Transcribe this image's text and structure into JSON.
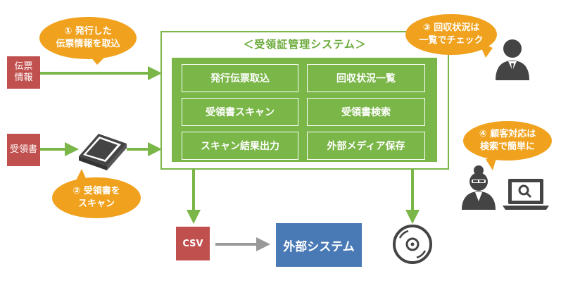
{
  "colors": {
    "green": "#7ab648",
    "doc_red": "#c0504d",
    "bubble_orange": "#f0a21e",
    "external_blue": "#4a7ab5",
    "gray_arrow": "#999999",
    "person_dark": "#444444"
  },
  "inputs": {
    "slip": {
      "line1": "伝票",
      "line2": "情報"
    },
    "receipt": {
      "label": "受領書"
    }
  },
  "system": {
    "title": "＜受領証管理システム＞",
    "functions": [
      "発行伝票取込",
      "回収状況一覧",
      "受領書スキャン",
      "受領書検索",
      "スキャン結果出力",
      "外部メディア保存"
    ]
  },
  "bubbles": {
    "b1": {
      "line1": "① 発行した",
      "line2": "伝票情報を取込"
    },
    "b2": {
      "line1": "② 受領書を",
      "line2": "スキャン"
    },
    "b3": {
      "line1": "③ 回収状況は",
      "line2": "一覧でチェック"
    },
    "b4": {
      "line1": "④ 顧客対応は",
      "line2": "検索で簡単に"
    }
  },
  "outputs": {
    "csv": "CSV",
    "external_system": "外部システム"
  },
  "icons": [
    "scanner-icon",
    "person-icon",
    "person-with-glasses-icon",
    "laptop-search-icon",
    "optical-disc-icon"
  ]
}
